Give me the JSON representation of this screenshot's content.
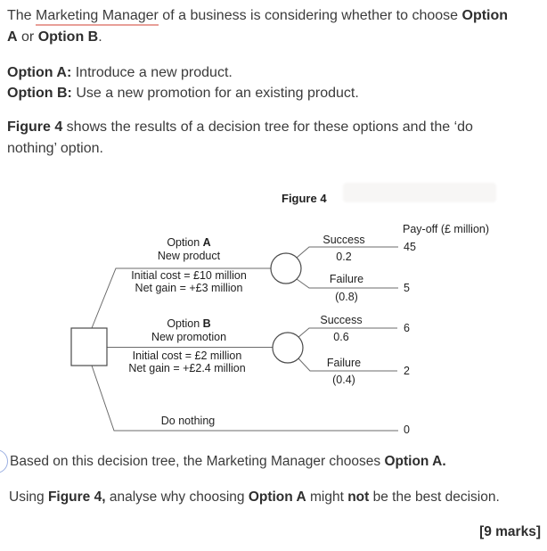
{
  "intro": {
    "l1_pre": "The ",
    "l1_underlined": "Marketing Manager",
    "l1_mid": " of a business is considering whether to choose ",
    "l1_bold": "Option",
    "l2_bold1": "A",
    "l2_mid": " or ",
    "l2_bold2": "Option B",
    "l2_end": "."
  },
  "options_list": {
    "a_label": "Option A:",
    "a_text": " Introduce a new product.",
    "b_label": "Option B:",
    "b_text": " Use a new promotion for an existing product."
  },
  "figure_intro": {
    "l1_bold": "Figure 4",
    "l1_rest": " shows the results of a decision tree for these options and the ‘do",
    "l2": "nothing’ option."
  },
  "figure": {
    "title": "Figure 4",
    "payoff_header": "Pay-off (£ million)",
    "option_a": {
      "label": "Option ",
      "letter": "A",
      "desc": "New product",
      "cost": "Initial cost = £10 million",
      "gain": "Net gain = +£3 million",
      "success_label": "Success",
      "success_prob": "0.2",
      "success_payoff": "45",
      "failure_label": "Failure",
      "failure_prob": "(0.8)",
      "failure_payoff": "5"
    },
    "option_b": {
      "label": "Option ",
      "letter": "B",
      "desc": "New promotion",
      "cost": "Initial cost = £2 million",
      "gain": "Net gain = +£2.4 million",
      "success_label": "Success",
      "success_prob": "0.6",
      "success_payoff": "6",
      "failure_label": "Failure",
      "failure_prob": "(0.4)",
      "failure_payoff": "2"
    },
    "do_nothing": {
      "label": "Do nothing",
      "payoff": "0"
    }
  },
  "question": {
    "statement_pre": "Based on this decision tree, the Marketing Manager chooses ",
    "statement_bold": "Option A.",
    "task_pre": "Using ",
    "task_bold1": "Figure 4,",
    "task_mid1": " analyse why choosing ",
    "task_bold2": "Option A",
    "task_mid2": " might ",
    "task_bold3": "not",
    "task_end": " be the best decision.",
    "marks": "[9 marks]"
  },
  "colors": {
    "underline_accent": "#e89f98",
    "annotation_circle": "#9cb0e2",
    "tree_line": "#6b6b6b",
    "node_stroke": "#4a4a4a",
    "body_text": "#3b3b3b",
    "figure_text": "#1f1f1f"
  }
}
